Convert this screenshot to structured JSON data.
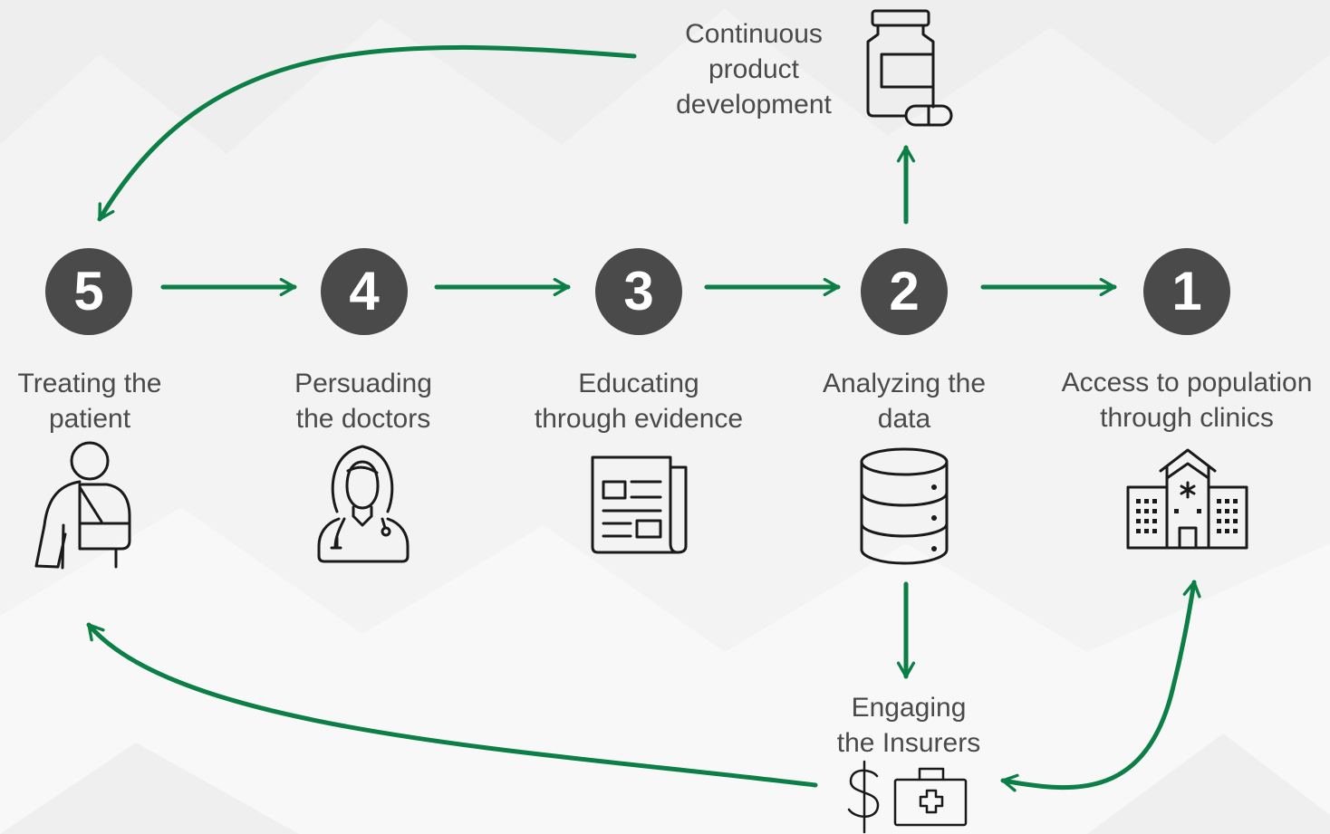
{
  "colors": {
    "arrow": "#0b7f45",
    "circle": "#4b4a4a",
    "circle_text": "#ffffff",
    "label": "#4a4a4a",
    "icon": "#1a1a1a",
    "background": "#f3f3f3"
  },
  "steps": [
    {
      "number": "5",
      "label_lines": [
        "Treating the",
        "patient"
      ],
      "icon": "injured-patient-icon"
    },
    {
      "number": "4",
      "label_lines": [
        "Persuading",
        "the doctors"
      ],
      "icon": "doctor-icon"
    },
    {
      "number": "3",
      "label_lines": [
        "Educating",
        "through evidence"
      ],
      "icon": "newspaper-icon"
    },
    {
      "number": "2",
      "label_lines": [
        "Analyzing the",
        "data"
      ],
      "icon": "database-icon"
    },
    {
      "number": "1",
      "label_lines": [
        "Access to population",
        "through clinics"
      ],
      "icon": "hospital-icon"
    }
  ],
  "branches": {
    "product": {
      "label_lines": [
        "Continuous",
        "product",
        "development"
      ],
      "icon": "medicine-bottle-icon"
    },
    "insurers": {
      "label_lines": [
        "Engaging",
        "the Insurers"
      ],
      "icons": [
        "dollar-sign-icon",
        "medical-kit-icon"
      ]
    }
  }
}
